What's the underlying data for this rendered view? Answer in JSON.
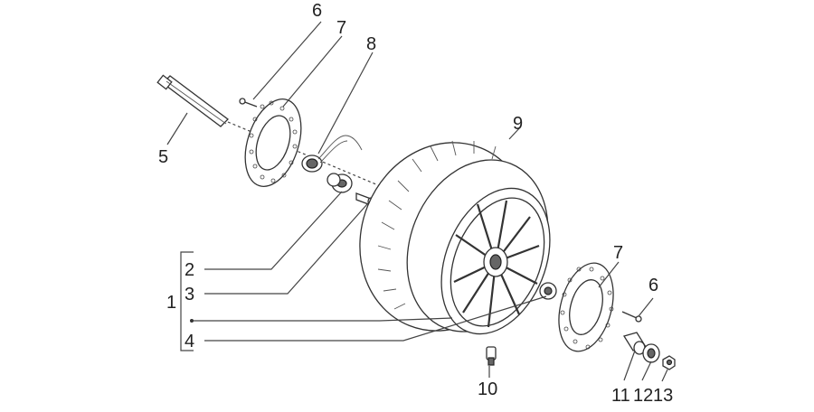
{
  "callouts": {
    "c1": "1",
    "c2": "2",
    "c3": "3",
    "c4": "4",
    "c5": "5",
    "c6a": "6",
    "c6b": "6",
    "c7a": "7",
    "c7b": "7",
    "c8": "8",
    "c9": "9",
    "c10": "10",
    "c11": "11",
    "c12": "12",
    "c13": "13"
  }
}
